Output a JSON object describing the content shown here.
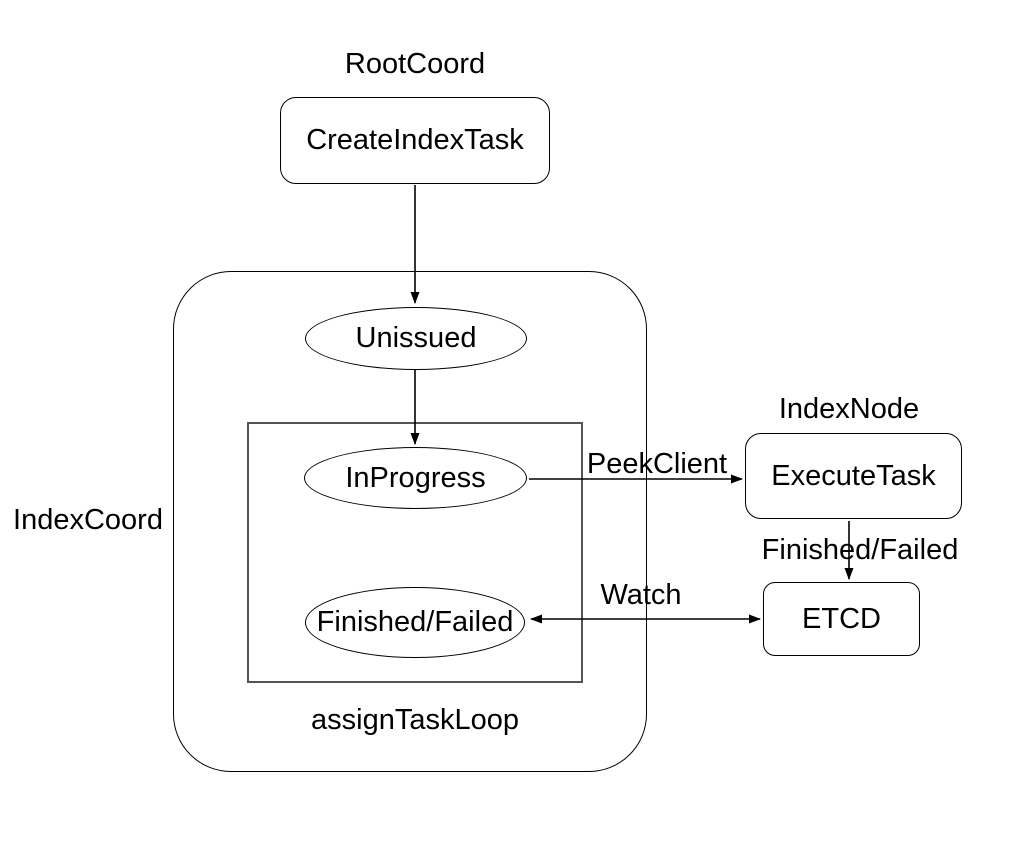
{
  "diagram": {
    "title_labels": {
      "root_coord": "RootCoord",
      "index_coord": "IndexCoord",
      "index_node": "IndexNode",
      "assign_task_loop": "assignTaskLoop"
    },
    "nodes": {
      "create_index_task": "CreateIndexTask",
      "unissued": "Unissued",
      "in_progress": "InProgress",
      "finished_failed": "Finished/Failed",
      "execute_task": "ExecuteTask",
      "etcd": "ETCD"
    },
    "edge_labels": {
      "peek_client": "PeekClient",
      "finished_failed": "Finished/Failed",
      "watch": "Watch"
    },
    "colors": {
      "background": "#ffffff",
      "stroke": "#000000",
      "inner_loop_stroke": "#545454",
      "text": "#000000"
    }
  }
}
